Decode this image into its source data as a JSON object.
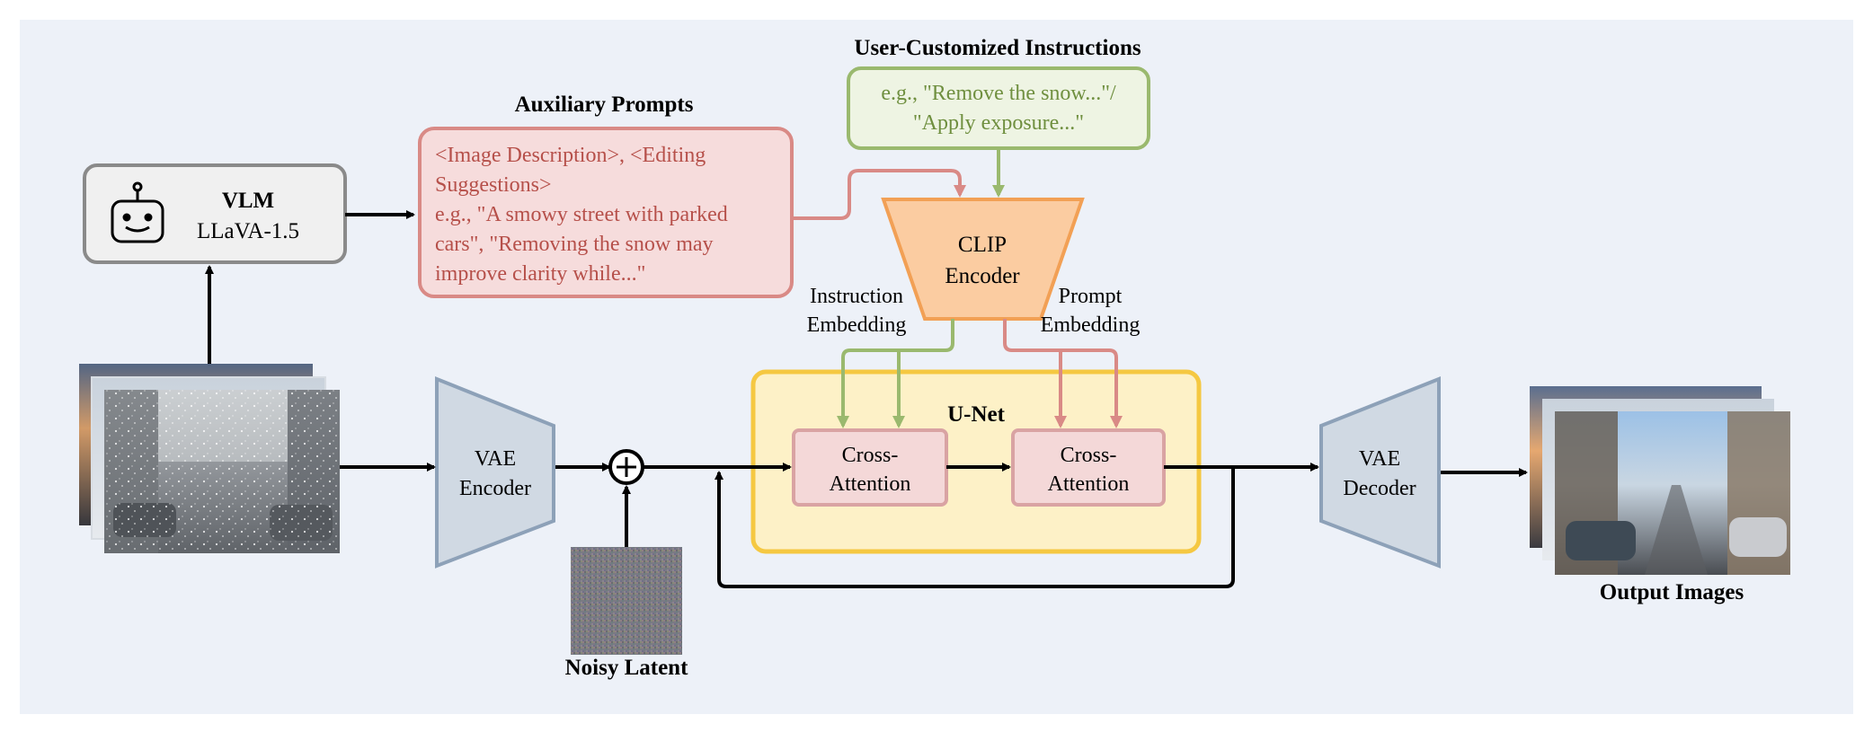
{
  "title_user_instructions": "User-Customized Instructions",
  "user_instructions_line1": "e.g., \"Remove the snow...\"/",
  "user_instructions_line2": "\"Apply exposure...\"",
  "title_auxiliary_prompts": "Auxiliary Prompts",
  "aux_line1": "<Image Description>, <Editing",
  "aux_line2": "Suggestions>",
  "aux_line3": "e.g., \"A smowy street with parked",
  "aux_line4": "cars\",  \"Removing the snow may",
  "aux_line5": "improve clarity while...\"",
  "vlm_title": "VLM",
  "vlm_model": "LLaVA-1.5",
  "clip_line1": "CLIP",
  "clip_line2": "Encoder",
  "instruction_embedding_line1": "Instruction",
  "instruction_embedding_line2": "Embedding",
  "prompt_embedding_line1": "Prompt",
  "prompt_embedding_line2": "Embedding",
  "unet_title": "U-Net",
  "cross_attention_line1": "Cross-",
  "cross_attention_line2": "Attention",
  "vae_encoder_line1": "VAE",
  "vae_encoder_line2": "Encoder",
  "vae_decoder_line1": "VAE",
  "vae_decoder_line2": "Decoder",
  "noisy_latent_label": "Noisy Latent",
  "output_images_label": "Output Images",
  "colors": {
    "background": "#edf1f8",
    "green": "#9ab96e",
    "green_fill": "#eef4e3",
    "red": "#d98a86",
    "red_fill": "#f6dcdc",
    "orange": "#f2a055",
    "orange_fill": "#fbcca1",
    "unet_border": "#f5c842",
    "unet_fill": "#fdf1c7",
    "cross_fill": "#f4d8d8",
    "vae_fill": "#d0d9e3",
    "vae_border": "#8da1b8",
    "vlm_fill": "#f0f0f0",
    "vlm_border": "#8a8a8a"
  }
}
